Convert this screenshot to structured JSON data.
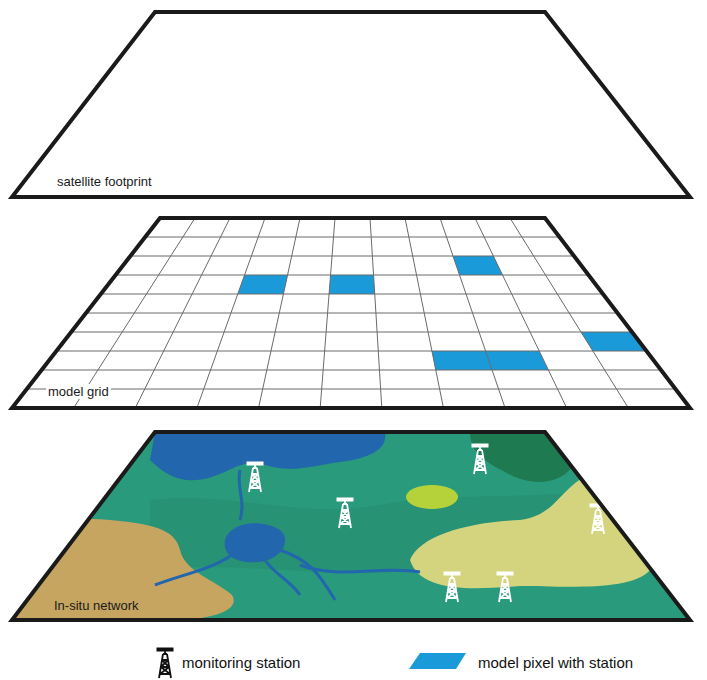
{
  "diagram": {
    "nodes": [
      {
        "text": [
          "satellite footprint"
        ]
      },
      {
        "text": [
          "model grid"
        ]
      },
      {
        "text": [
          "In-situ network"
        ]
      }
    ],
    "legend": [
      {
        "text": "monitoring station"
      },
      {
        "text": "model pixel with station",
        "color": "#1a9ad9"
      }
    ]
  }
}
